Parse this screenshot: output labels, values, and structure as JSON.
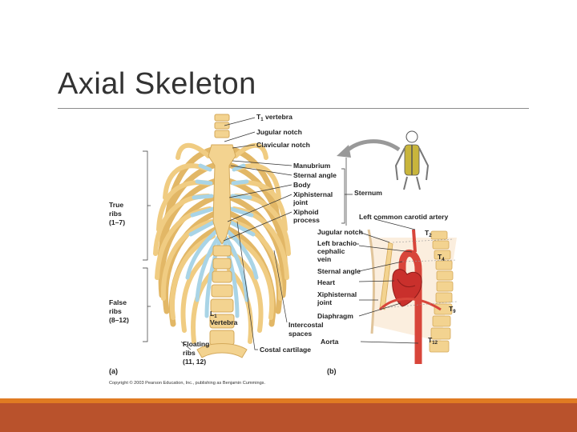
{
  "slide": {
    "title": "Axial Skeleton",
    "colors": {
      "accent_orange": "#e07b22",
      "accent_rust": "#b9522c",
      "bone": "#f0cc82",
      "cartilage": "#a9d4e6",
      "aorta": "#d8453a"
    }
  },
  "diagram": {
    "panel_a": "(a)",
    "panel_b": "(b)",
    "copyright": "Copyright © 2003 Pearson Education, Inc., publishing as Benjamin Cummings.",
    "labels": {
      "t1_vertebra": "T",
      "t1_sub": "1",
      "t1_rest": " vertebra",
      "jugular_notch": "Jugular notch",
      "clavicular_notch": "Clavicular notch",
      "manubrium": "Manubrium",
      "sternal_angle": "Sternal angle",
      "body": "Body",
      "xiphisternal_1": "Xiphisternal",
      "xiphisternal_2": "joint",
      "xiphoid_1": "Xiphoid",
      "xiphoid_2": "process",
      "sternum": "Sternum",
      "true_ribs_1": "True",
      "true_ribs_2": "ribs",
      "true_ribs_3": "(1–7)",
      "false_ribs_1": "False",
      "false_ribs_2": "ribs",
      "false_ribs_3": "(8–12)",
      "floating_1": "Floating",
      "floating_2": "ribs",
      "floating_3": "(11, 12)",
      "l1_1": "L",
      "l1_sub": "1",
      "l1_2": "Vertebra",
      "intercostal_1": "Intercostal",
      "intercostal_2": "spaces",
      "costal_cartilage": "Costal cartilage",
      "left_common_carotid": "Left common carotid artery",
      "b_jugular_notch": "Jugular notch",
      "brachio_1": "Left brachio-",
      "brachio_2": "cephalic",
      "brachio_3": "vein",
      "b_sternal_angle": "Sternal angle",
      "heart": "Heart",
      "b_xiphi_1": "Xiphisternal",
      "b_xiphi_2": "joint",
      "diaphragm": "Diaphragm",
      "aorta": "Aorta",
      "vt2": "T",
      "vt2_sub": "2",
      "vt4": "T",
      "vt4_sub": "4",
      "vt9": "T",
      "vt9_sub": "9",
      "vt12": "T",
      "vt12_sub": "12"
    }
  }
}
